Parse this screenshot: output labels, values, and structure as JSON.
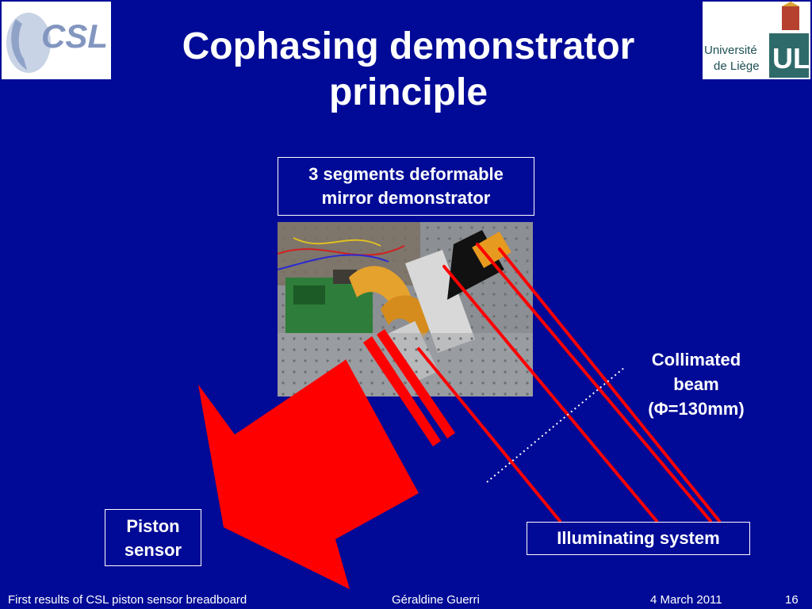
{
  "header": {
    "title_line1": "Cophasing demonstrator",
    "title_line2": "principle",
    "logo_left_text": "CSL",
    "logo_right_text_1": "Université",
    "logo_right_text_2": "de Liège",
    "logo_right_mark": "ULg"
  },
  "diagram": {
    "mirror_label_line1": "3 segments deformable",
    "mirror_label_line2": "mirror demonstrator",
    "collimated_line1": "Collimated",
    "collimated_line2": "beam",
    "collimated_line3": "(Φ=130mm)",
    "piston_line1": "Piston",
    "piston_line2": "sensor",
    "illuminating_label": "Illuminating system",
    "beam_color": "#ff0000",
    "background_color": "#000a96"
  },
  "footer": {
    "left": "First results of CSL piston sensor breadboard",
    "author": "Géraldine Guerri",
    "date": "4 March 2011",
    "page": "16"
  }
}
